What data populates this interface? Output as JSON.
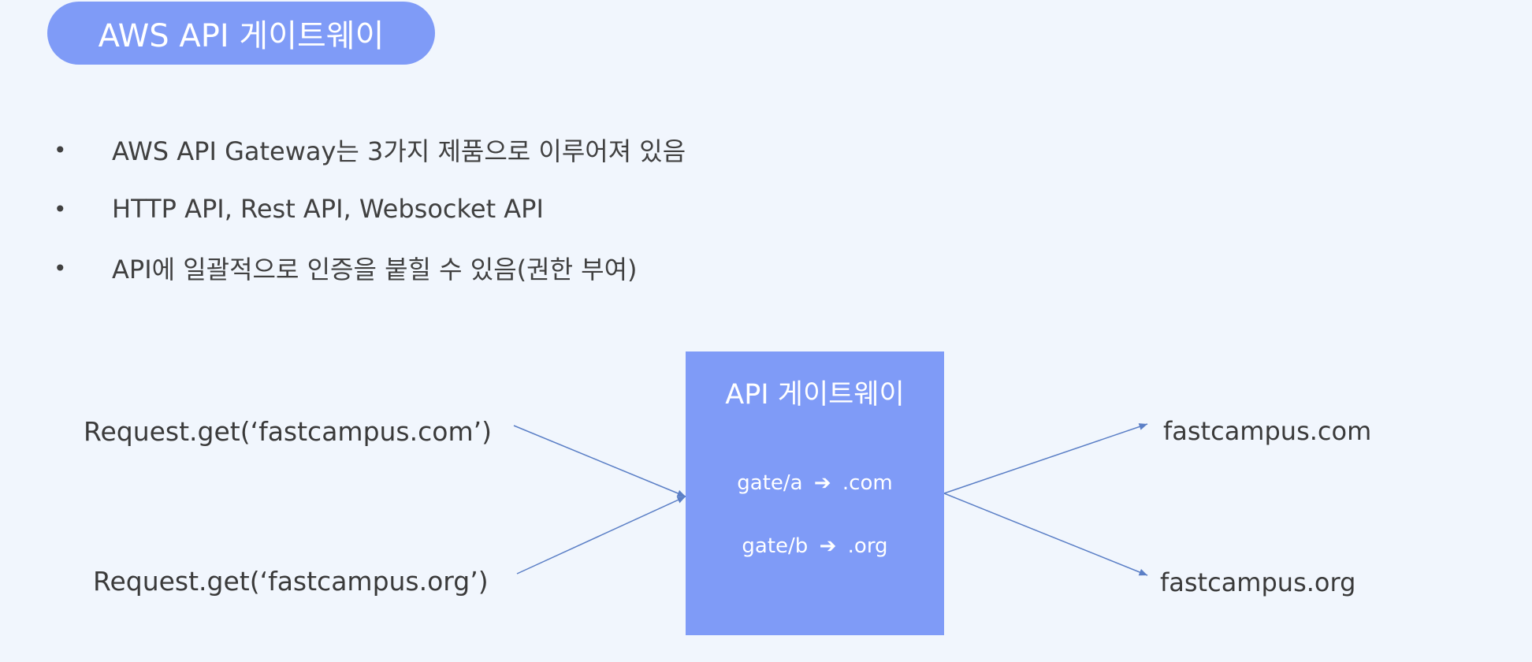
{
  "title": "AWS API 게이트웨이",
  "bullets": [
    {
      "marker": "•",
      "text": "AWS API Gateway는 3가지 제품으로 이루어져 있음"
    },
    {
      "marker": "•",
      "text": "HTTP API, Rest API, Websocket API"
    },
    {
      "marker": "•",
      "text": "API에 일괄적으로 인증을 붙힐 수 있음(권한 부여)"
    }
  ],
  "diagram": {
    "requests": [
      "Request.get(‘fastcampus.com’)",
      "Request.get(‘fastcampus.org’)"
    ],
    "gateway": {
      "title": "API 게이트웨이",
      "routes": [
        {
          "path": "gate/a",
          "arrow": "➔",
          "target": ".com"
        },
        {
          "path": "gate/b",
          "arrow": "➔",
          "target": ".org"
        }
      ]
    },
    "destinations": [
      "fastcampus.com",
      "fastcampus.org"
    ]
  },
  "colors": {
    "background": "#f1f6fd",
    "accent": "#7f9bf7",
    "connector": "#5b7fc6"
  }
}
